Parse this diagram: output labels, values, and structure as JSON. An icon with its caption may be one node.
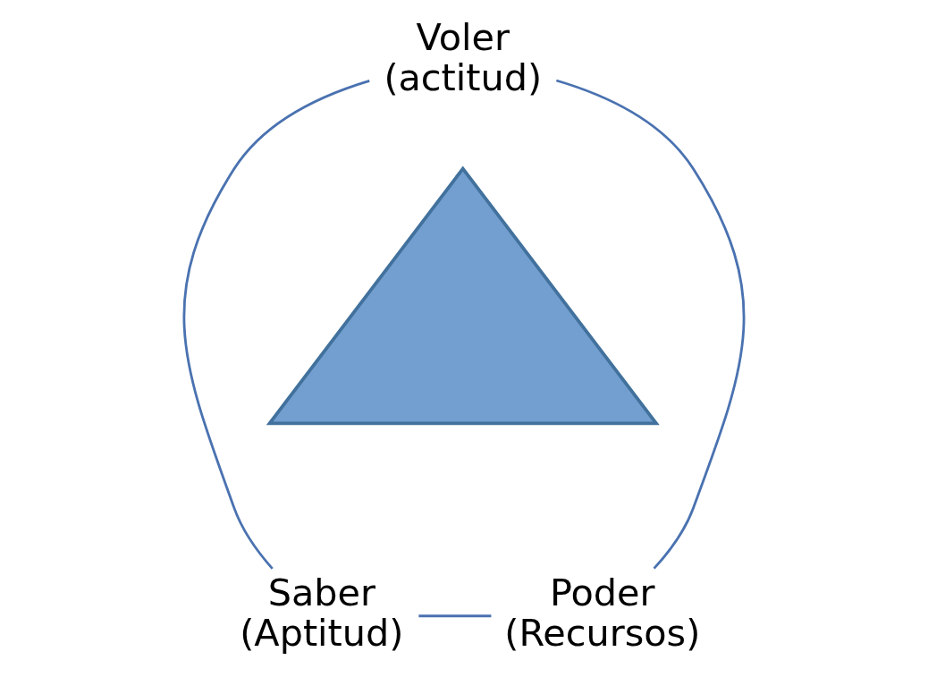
{
  "diagram": {
    "nodes": [
      {
        "text": [
          "Voler (actitud)"
        ]
      },
      {
        "text": [],
        "shape": "triangle"
      },
      {
        "text": [
          "Saber (Aptitud)"
        ]
      },
      {
        "text": [
          "Poder (Recursos)"
        ]
      }
    ],
    "edges": [
      {
        "from": 0,
        "to": 2,
        "arrow": "none"
      },
      {
        "from": 0,
        "to": 3,
        "arrow": "none"
      },
      {
        "from": 2,
        "to": 3,
        "arrow": "none"
      }
    ]
  }
}
